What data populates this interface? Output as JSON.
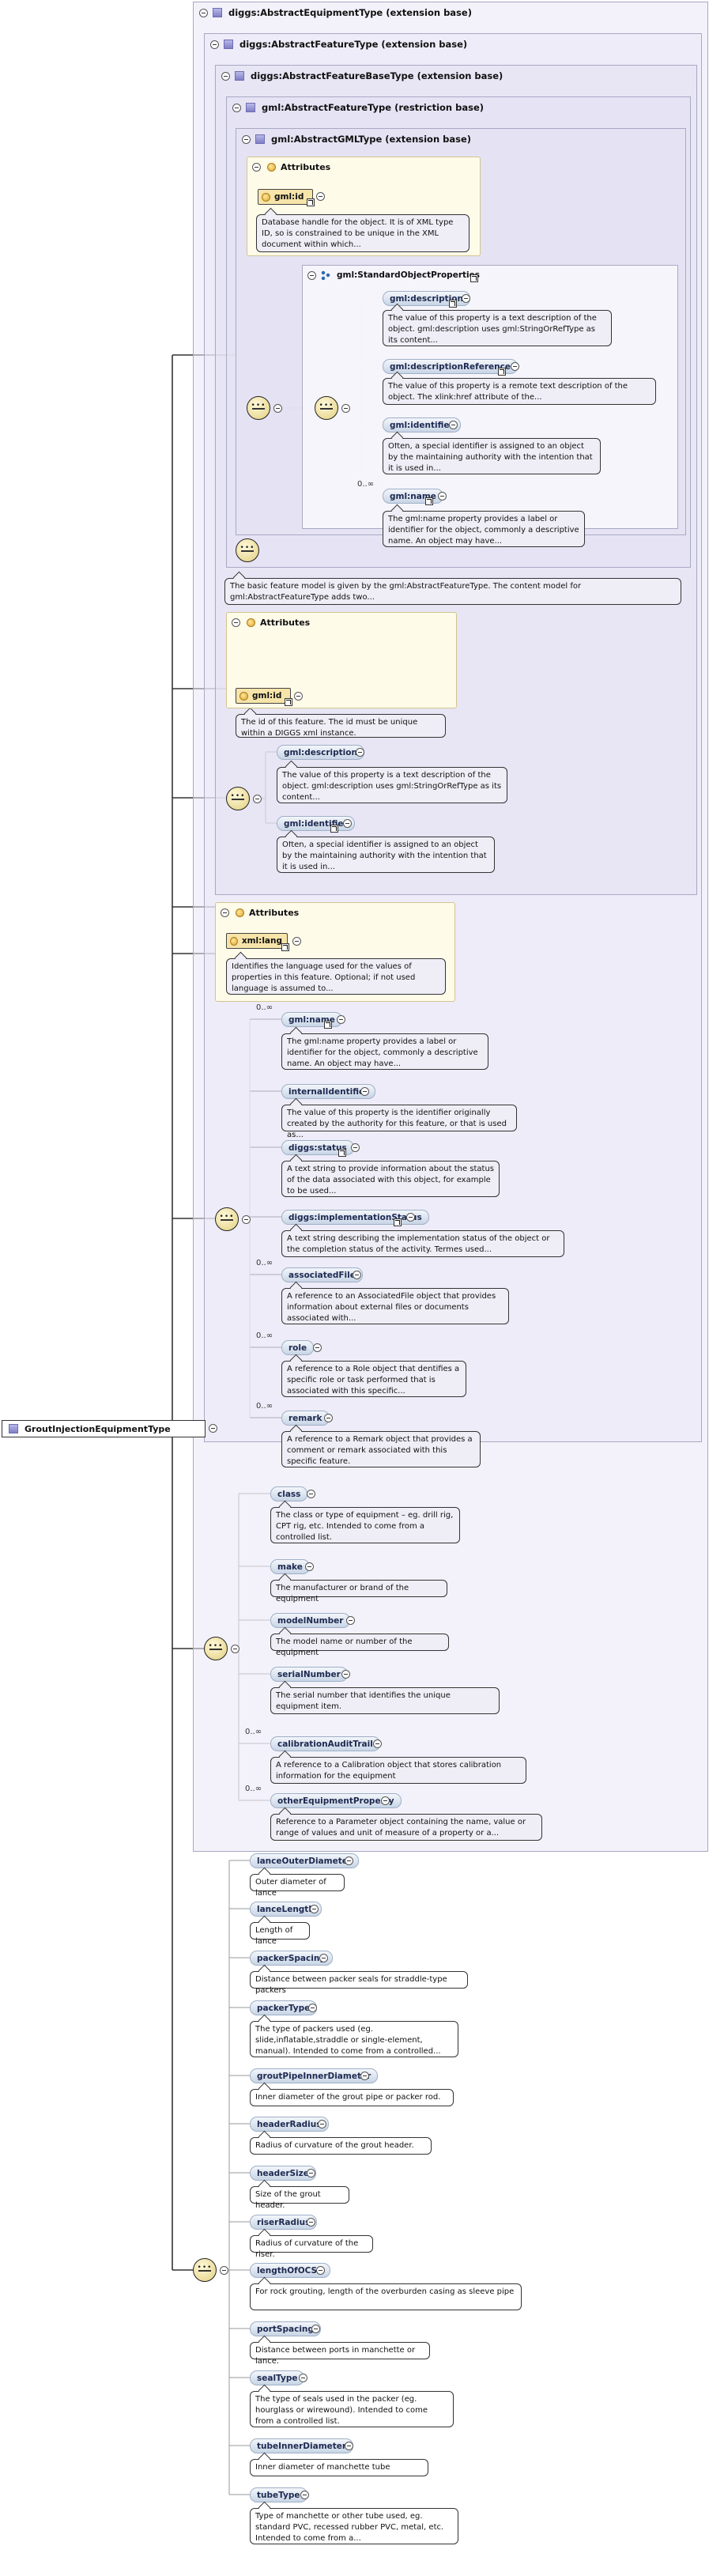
{
  "extension_boxes": {
    "abstract_equipment": "diggs:AbstractEquipmentType (extension base)",
    "abstract_feature": "diggs:AbstractFeatureType (extension base)",
    "abstract_feature_base": "diggs:AbstractFeatureBaseType (extension base)",
    "gml_abstract_feature": "gml:AbstractFeatureType (restriction base)",
    "gml_abstract_gml": "gml:AbstractGMLType (extension base)"
  },
  "attributes_label": "Attributes",
  "gml_id_attr": {
    "name": "gml:id",
    "doc": "Database handle for the object. It is of XML type ID, so is constrained to be unique in the XML document within which..."
  },
  "standard_object_properties": {
    "label": "gml:StandardObjectProperties",
    "elements": [
      {
        "name": "gml:description",
        "occ": "",
        "doc": "The value of this property is a text description of the object. gml:description uses gml:StringOrRefType as its content..."
      },
      {
        "name": "gml:descriptionReference",
        "occ": "",
        "doc": "The value of this property is a remote text description of the object. The xlink:href attribute of the..."
      },
      {
        "name": "gml:identifier",
        "occ": "",
        "doc": "Often, a special identifier is assigned to an object by the maintaining authority with the intention that it is used in..."
      },
      {
        "name": "gml:name",
        "occ": "0..∞",
        "doc": "The gml:name property provides a label or identifier for the object, commonly a descriptive name. An object may have..."
      }
    ]
  },
  "feature_base_doc": "The basic feature model is given by the gml:AbstractFeatureType. The content model for gml:AbstractFeatureType adds two...",
  "feature_id_attr": {
    "name": "gml:id",
    "doc": "The id of this feature. The id must be unique within a DIGGS xml instance."
  },
  "feature_base_elements": [
    {
      "name": "gml:description",
      "doc": "The value of this property is a text description of the object. gml:description uses gml:StringOrRefType as its content..."
    },
    {
      "name": "gml:identifier",
      "doc": "Often, a special identifier is assigned to an object by the maintaining authority with the intention that it is used in..."
    }
  ],
  "xml_lang_attr": {
    "name": "xml:lang",
    "doc": "Identifies the language used for the values of properties in this feature. Optional; if not used language is assumed to..."
  },
  "feature_elements": [
    {
      "name": "gml:name",
      "occ": "0..∞",
      "doc": "The gml:name property provides a label or identifier for the object, commonly a descriptive name. An object may have..."
    },
    {
      "name": "internalIdentifier",
      "occ": "",
      "doc": "The value of this property is the identifier originally created by the authority for this feature, or that is used as..."
    },
    {
      "name": "diggs:status",
      "occ": "",
      "doc": "A text string to provide information about the status of the data associated with this object, for example to be used..."
    },
    {
      "name": "diggs:implementationStatus",
      "occ": "",
      "doc": "A text string describing the implementation status of the object or the completion status of the activity. Termes used..."
    },
    {
      "name": "associatedFile",
      "occ": "0..∞",
      "doc": "A reference to an AssociatedFile object that provides information about external files or documents associated with..."
    },
    {
      "name": "role",
      "occ": "0..∞",
      "doc": "A reference to a Role object that dentifies a specific role or task performed that is associated with this specific..."
    },
    {
      "name": "remark",
      "occ": "0..∞",
      "doc": "A reference to a Remark object that provides a comment or remark associated with this specific feature."
    }
  ],
  "equipment_elements": [
    {
      "name": "class",
      "occ": "",
      "doc": "The class or type of equipment – eg. drill rig, CPT rig, etc. Intended to come from a controlled list."
    },
    {
      "name": "make",
      "occ": "",
      "doc": "The manufacturer or brand of the equipment"
    },
    {
      "name": "modelNumber",
      "occ": "",
      "doc": "The model name or number of the equipment"
    },
    {
      "name": "serialNumber",
      "occ": "",
      "doc": "The serial number that identifies the unique equipment item."
    },
    {
      "name": "calibrationAuditTrail",
      "occ": "0..∞",
      "doc": "A reference to a Calibration object that stores calibration information for the equipment"
    },
    {
      "name": "otherEquipmentProperty",
      "occ": "0..∞",
      "doc": "Reference to a Parameter object containing the name, value or range of values and unit of measure of a property or a..."
    }
  ],
  "root": {
    "name": "GroutInjectionEquipmentType"
  },
  "grout_elements": [
    {
      "name": "lanceOuterDiameter",
      "doc": "Outer diameter of lance"
    },
    {
      "name": "lanceLength",
      "doc": "Length of lance"
    },
    {
      "name": "packerSpacing",
      "doc": "Distance between packer seals for straddle-type packers"
    },
    {
      "name": "packerType",
      "doc": "The type of packers used (eg. slide,inflatable,straddle or single-element, manual). Intended to come from a controlled..."
    },
    {
      "name": "groutPipeInnerDiameter",
      "doc": "Inner diameter of the grout pipe or packer rod."
    },
    {
      "name": "headerRadius",
      "doc": "Radius of curvature of the grout header."
    },
    {
      "name": "headerSize",
      "doc": "Size of the grout header."
    },
    {
      "name": "riserRadius",
      "doc": "Radius of curvature of the riser."
    },
    {
      "name": "lengthOfOCSP",
      "doc": "For rock grouting, length of the overburden casing as sleeve pipe"
    },
    {
      "name": "portSpacing",
      "doc": "Distance between ports in manchette or lance."
    },
    {
      "name": "sealType",
      "doc": "The type of seals used in the packer (eg. hourglass or wirewound). Intended to come from a controlled list."
    },
    {
      "name": "tubeInnerDiameter",
      "doc": "Inner diameter of manchette tube"
    },
    {
      "name": "tubeType",
      "doc": "Type of manchette or other tube used, eg. standard PVC, recessed rubber PVC, metal, etc. Intended to come from a..."
    }
  ]
}
